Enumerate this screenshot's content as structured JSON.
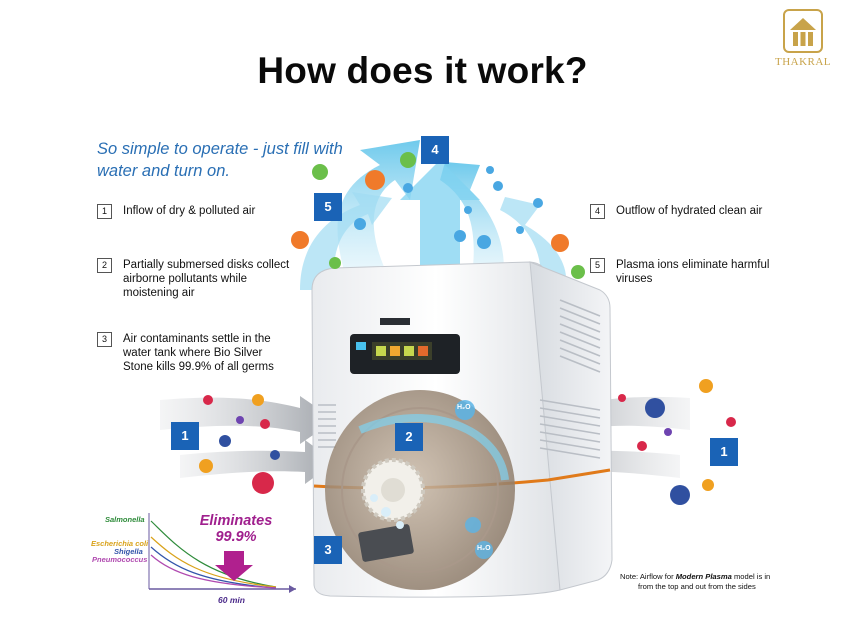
{
  "title": "How does it work?",
  "logo": {
    "word": "THAKRAL"
  },
  "intro": "So simple to operate - just fill with water and turn on.",
  "steps": [
    {
      "num": "1",
      "text": "Inflow of dry & polluted air"
    },
    {
      "num": "2",
      "text": "Partially submersed disks collect airborne pollutants while moistening air"
    },
    {
      "num": "3",
      "text": "Air contaminants settle in the water tank where Bio Silver Stone kills 99.9% of all germs"
    },
    {
      "num": "4",
      "text": "Outflow of hydrated clean air"
    },
    {
      "num": "5",
      "text": "Plasma ions eliminate harmful viruses"
    }
  ],
  "badges": {
    "b1": "1",
    "b2": "2",
    "b3": "3",
    "b4": "4",
    "b5": "5"
  },
  "molecule": "H₂O",
  "chart": {
    "labels": [
      "Salmonella",
      "Escherichia coli",
      "Shigella",
      "Pneumococcus"
    ],
    "label_colors": [
      "#2e8b3a",
      "#d9a21a",
      "#3355aa",
      "#b04ab0"
    ],
    "headline": "Eliminates",
    "value": "99.9%",
    "axis_label": "60 min"
  },
  "note": {
    "line1_a": "Note: Airflow for ",
    "line1_em": "Modern Plasma",
    "line1_b": " model is in",
    "line2": "from the top and out from the sides"
  },
  "colors": {
    "accent_blue": "#1a63b6",
    "intro_blue": "#2a6fb4",
    "eliminate_purple": "#a0208e",
    "logo_gold": "#c8a34a"
  }
}
